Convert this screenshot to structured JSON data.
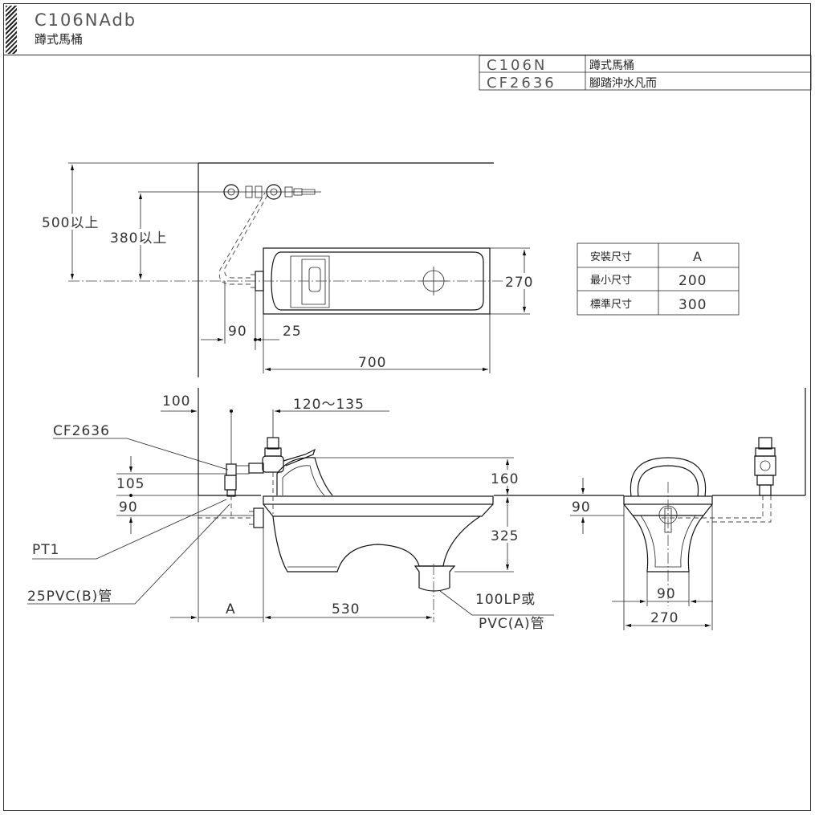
{
  "header": {
    "model_code": "C106NAdb",
    "model_name": "蹲式馬桶"
  },
  "parts_table": [
    {
      "code": "C106N",
      "name": "蹲式馬桶"
    },
    {
      "code": "CF2636",
      "name": "腳踏沖水凡而"
    }
  ],
  "install_table": {
    "header_label": "安裝尺寸",
    "header_value": "A",
    "rows": [
      {
        "label": "最小尺寸",
        "value": "200"
      },
      {
        "label": "標準尺寸",
        "value": "300"
      }
    ]
  },
  "top_view": {
    "dim_height_total": "500以上",
    "dim_height_valve": "380以上",
    "dim_width_270": "270",
    "dim_offset_90": "90",
    "dim_offset_25": "25",
    "dim_length_700": "700"
  },
  "side_view": {
    "dim_100": "100",
    "dim_range": "120～135",
    "label_valve": "CF2636",
    "dim_105": "105",
    "dim_90": "90",
    "dim_160": "160",
    "dim_325": "325",
    "label_pt1": "PT1",
    "label_pipe_b": "25PVC(B)管",
    "dim_a": "A",
    "dim_530": "530",
    "label_drain_1": "100LP或",
    "label_drain_2": "PVC(A)管"
  },
  "front_view": {
    "dim_90_left": "90",
    "dim_90_bottom": "90",
    "dim_270": "270"
  }
}
